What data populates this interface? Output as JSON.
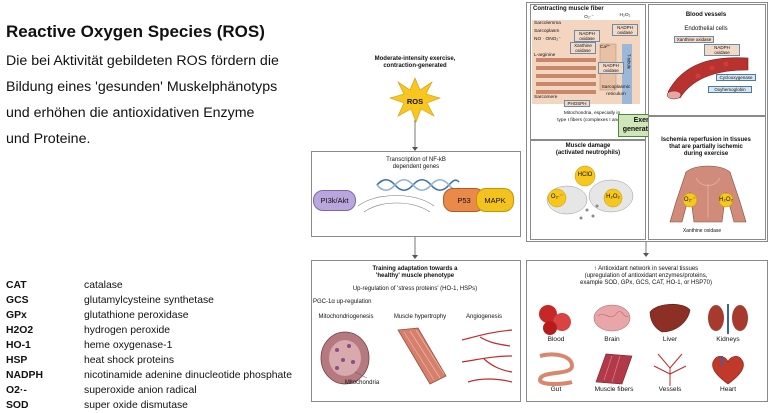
{
  "slide": {
    "title": "Reactive Oxygen Species (ROS)",
    "body_lines": [
      "Die bei Aktivität gebildeten ROS fördern die",
      "Bildung eines 'gesunden' Muskelphänotyps",
      "und erhöhen die antioxidativen Enzyme",
      "und Proteine."
    ]
  },
  "glossary": [
    {
      "abbr": "CAT",
      "def": "catalase"
    },
    {
      "abbr": "GCS",
      "def": "glutamylcysteine synthetase"
    },
    {
      "abbr": "GPx",
      "def": "glutathione peroxidase"
    },
    {
      "abbr": "H2O2",
      "def": "hydrogen peroxide"
    },
    {
      "abbr": "HO-1",
      "def": "heme oxygenase-1"
    },
    {
      "abbr": "HSP",
      "def": "heat shock proteins"
    },
    {
      "abbr": "NADPH",
      "def": "nicotinamide adenine  dinucleotide phosphate"
    },
    {
      "abbr": "O2·-",
      "def": "superoxide anion radical"
    },
    {
      "abbr": "SOD",
      "def": "super oxide dismutase"
    }
  ],
  "diagram": {
    "ros_caption": [
      "Moderate-intensity exercise,",
      "contraction-generated"
    ],
    "ros_label": "ROS",
    "transcription": [
      "Transcription of NF-kB",
      "dependent genes"
    ],
    "pi3k": "PI3k/Akt",
    "p53": "P53",
    "mapk": "MAPK",
    "training_title": [
      "Training adaptation towards a",
      "'healthy' muscle phenotype"
    ],
    "upregulation": "Up-regulation of 'stress proteins' (HO-1, HSPs)",
    "pgc": "PGC-1α up-regulation",
    "panels": [
      "Mitochondriogenesis",
      "Muscle hypertrophy",
      "Angiogenesis"
    ],
    "mito_label": "Mitochondria",
    "contracting_title": "Contracting muscle fiber",
    "contracting_labels": {
      "sarcolemma": "Sarcolemma",
      "sarcoplasm": "Sarcoplasm",
      "no": "NO · ONO₂⁻",
      "arginine": "L-arginine",
      "sarcomere": "Sarcomere",
      "reticulum": [
        "Sarcoplasmic",
        "reticulum"
      ],
      "mito_note": [
        "Mitochondria, especially in",
        "type I fibers (complexes I and III)"
      ],
      "h2o2": "H₂O₂",
      "o2": "O₂·⁻",
      "ca": "Ca²⁺",
      "ttubule": "T-tubule"
    },
    "contracting_chips": [
      "NADPH oxidase",
      "Xanthine oxidase",
      "NADPH oxidase",
      "NADPH oxidase",
      "PHOSPH"
    ],
    "exercise_box": [
      "Exercise",
      "generated ROS"
    ],
    "blood_title": "Blood vessels",
    "endothelial": "Endothelial cells",
    "blood_chips": [
      "Xanthine oxidase",
      "NADPH oxidase",
      "Cyclooxygenase",
      "Oxyhemoglobin"
    ],
    "damage_title": [
      "Muscle damage",
      "(activated neutrophils)"
    ],
    "damage_labels": [
      "HClO",
      "O₂·⁻",
      "H₂O₂"
    ],
    "ischemia_title": [
      "Ischemia reperfusion in tissues",
      "that are partially ischemic",
      "during exercise"
    ],
    "ischemia_labels": [
      "O₂·⁻",
      "H₂O₂"
    ],
    "xanthine_note": "Xanthine oxidase",
    "network_title": [
      "↑ Antioxidant network in several tissues",
      "(upregulation of antioxidant enzymes/proteins,",
      "example SOD, GPx, GCS, CAT, HO-1, or HSP70)"
    ],
    "organs": [
      "Blood",
      "Brain",
      "Liver",
      "Kidneys",
      "Gut",
      "Muscle fibers",
      "Vessels",
      "Heart"
    ]
  },
  "colors": {
    "ros_burst": "#f7c61f",
    "pi3k": "#b9a6dd",
    "p53": "#e98a4a",
    "mapk": "#f3c21f",
    "exercise_box": "#cfe7b8",
    "chip_peach": "#f4d9c6",
    "chip_blue": "#d7e6f3"
  }
}
